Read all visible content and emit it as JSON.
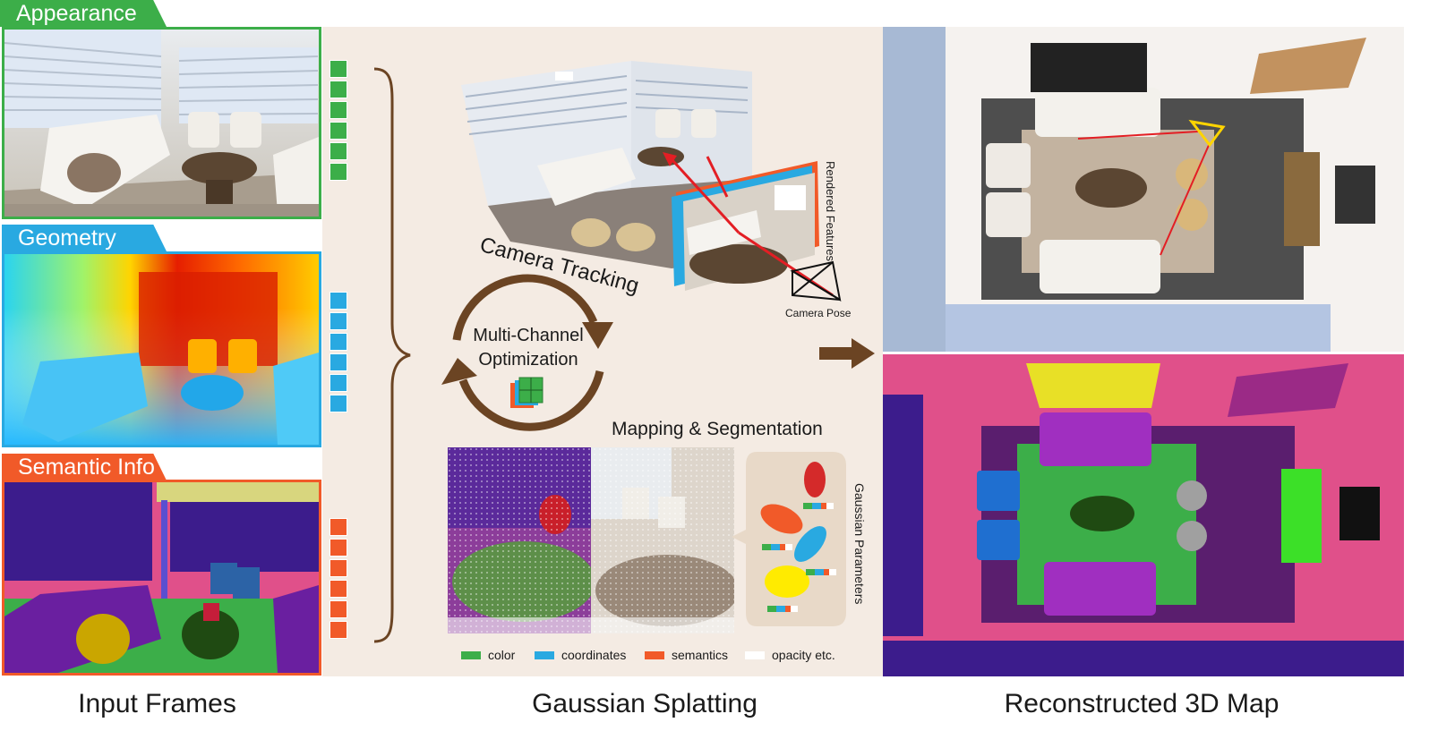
{
  "input_frames": {
    "tabs": [
      {
        "label": "Appearance",
        "color": "#3cae49"
      },
      {
        "label": "Geometry",
        "color": "#29a9e1"
      },
      {
        "label": "Semantic Info",
        "color": "#f15a29"
      }
    ],
    "caption": "Input Frames"
  },
  "gaussian_splatting": {
    "camera_tracking": "Camera Tracking",
    "rendered_features": "Rendered Features",
    "camera_pose": "Camera Pose",
    "optimization_line1": "Multi-Channel",
    "optimization_line2": "Optimization",
    "mapping": "Mapping & Segmentation",
    "gaussian_parameters": "Gaussian Parameters",
    "caption": "Gaussian Splatting",
    "legend": [
      {
        "label": "color",
        "color": "#3cae49"
      },
      {
        "label": "coordinates",
        "color": "#29a9e1"
      },
      {
        "label": "semantics",
        "color": "#f15a29"
      },
      {
        "label": "opacity etc.",
        "color": "#ffffff"
      }
    ]
  },
  "reconstructed": {
    "caption": "Reconstructed 3D Map"
  },
  "colors": {
    "panel_bg": "#f4ebe3",
    "brown": "#6b4423",
    "green": "#3cae49",
    "blue": "#29a9e1",
    "orange": "#f15a29"
  }
}
